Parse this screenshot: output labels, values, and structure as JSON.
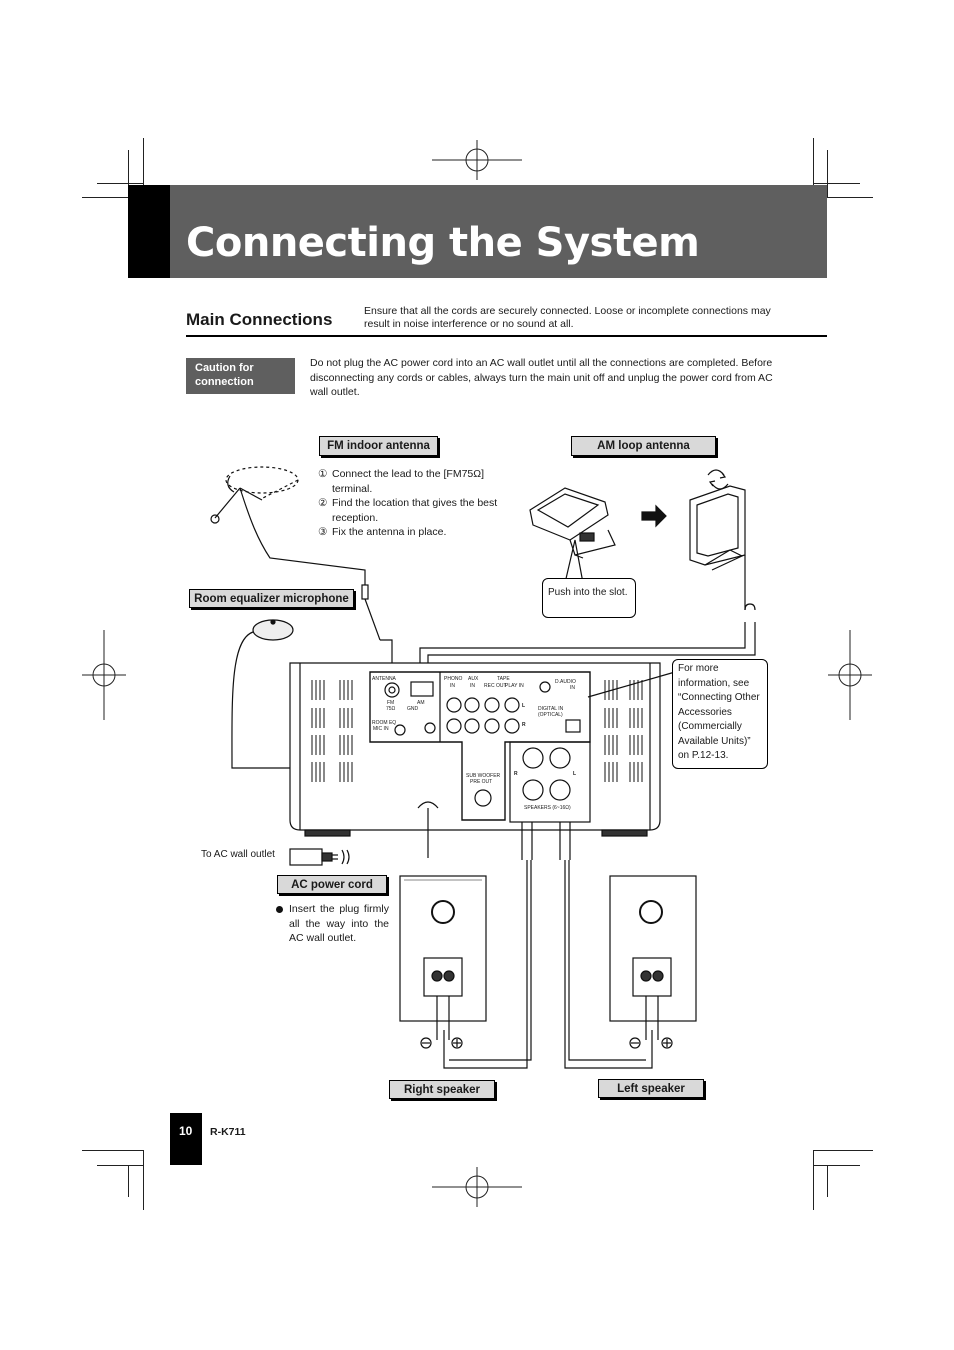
{
  "page": {
    "title": "Connecting the System",
    "section_title": "Main Connections",
    "section_note": "Ensure that all the cords are securely connected. Loose or incomplete connections may result in noise interference or no sound at all.",
    "caution_label": "Caution for connection",
    "caution_text": "Do not plug the AC power cord into an AC wall outlet until all the connections are completed. Before disconnecting any cords or cables, always turn the main unit off and unplug the power cord from AC wall outlet."
  },
  "labels": {
    "fm_antenna": "FM indoor antenna",
    "am_antenna": "AM loop antenna",
    "room_mic": "Room equalizer microphone",
    "ac_cord": "AC power cord",
    "right_speaker": "Right speaker",
    "left_speaker": "Left speaker"
  },
  "fm_steps": [
    {
      "num": "①",
      "text": "Connect the lead to the [FM75Ω] terminal."
    },
    {
      "num": "②",
      "text": "Find the location that gives the best reception."
    },
    {
      "num": "③",
      "text": "Fix the antenna in place."
    }
  ],
  "push_note": "Push into the slot.",
  "more_info": "For more information, see “Connecting Other Accessories (Commercially Available Units)” on P.12-13.",
  "ac_outlet": "To AC wall outlet",
  "ac_note": "Insert the plug firmly all the way into the AC wall outlet.",
  "panel": {
    "antenna": "ANTENNA",
    "fm": "FM",
    "fm75": "75Ω",
    "am": "AM",
    "gnd": "GND",
    "room_eq": "ROOM EQ",
    "mic_in": "MIC IN",
    "phono": "PHONO",
    "phono_in": "IN",
    "aux": "AUX",
    "aux_in": "IN",
    "tape": "TAPE",
    "rec_out": "REC OUT",
    "play_in": "PLAY IN",
    "d_audio": "D.AUDIO",
    "d_audio_in": "IN",
    "digital_in": "DIGITAL IN",
    "optical": "(OPTICAL)",
    "subwoofer": "SUB WOOFER",
    "pre_out": "PRE OUT",
    "speakers": "SPEAKERS (6~16Ω)",
    "l": "L",
    "r": "R"
  },
  "footer": {
    "page_number": "10",
    "model": "R-K711"
  },
  "colors": {
    "title_band": "#5f5f5f",
    "label_fill": "#d9d9d9"
  }
}
